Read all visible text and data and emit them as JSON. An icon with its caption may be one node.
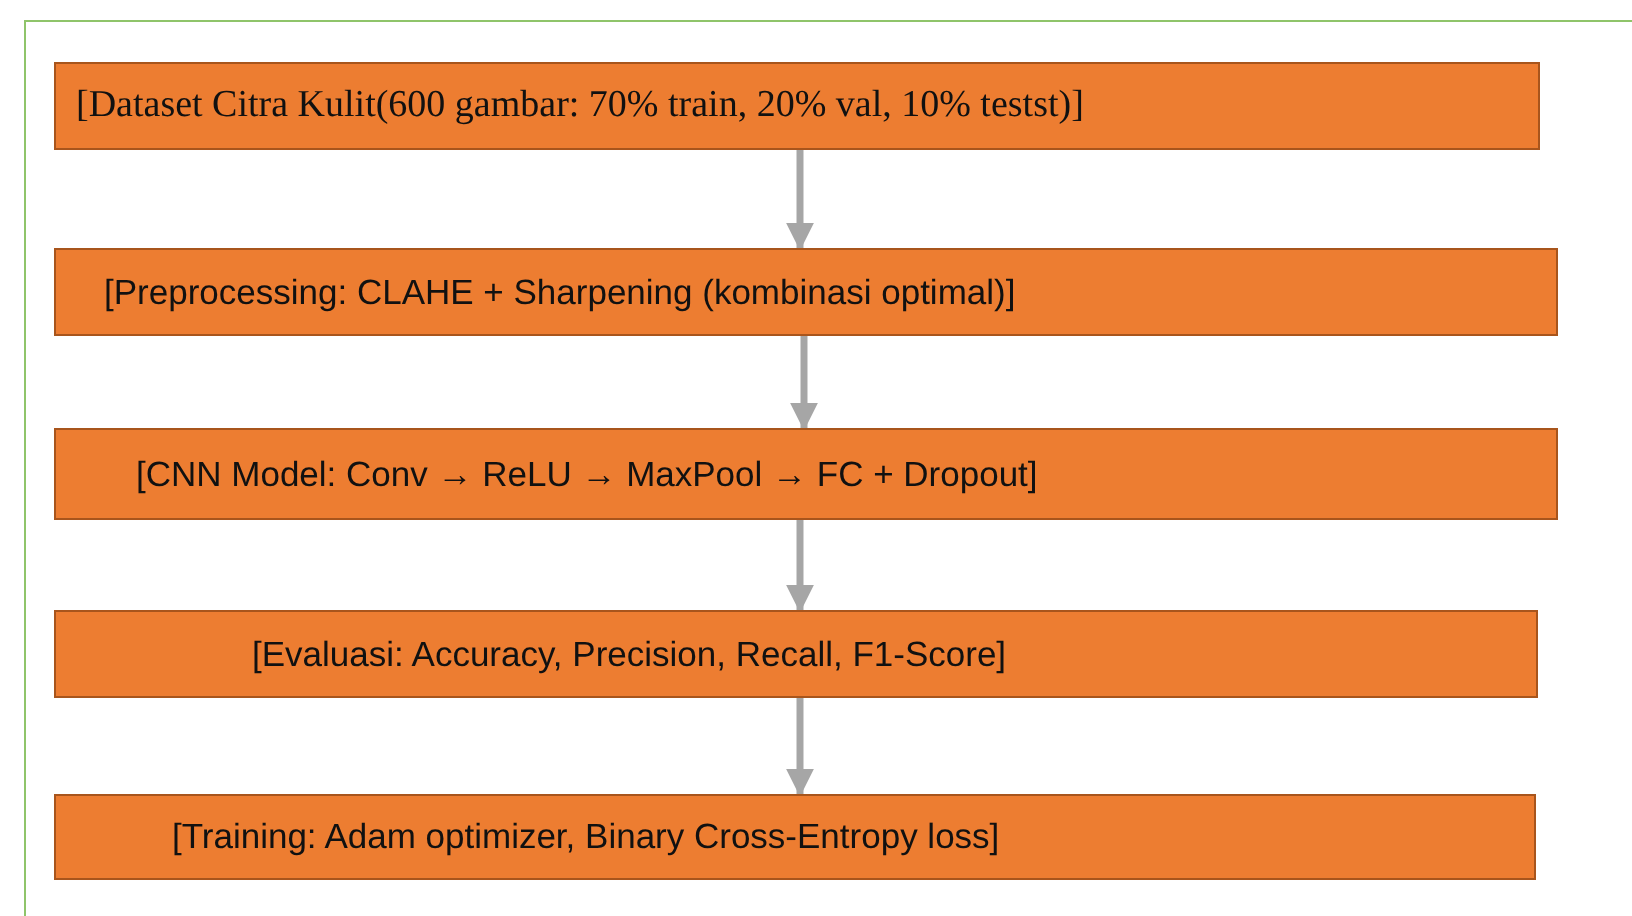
{
  "diagram": {
    "nodes": [
      {
        "text": [
          "[Dataset Citra Kulit(600 gambar: 70% train, 20% val, 10% testst)]"
        ]
      },
      {
        "text": [
          "[Preprocessing: CLAHE + Sharpening (kombinasi optimal)]"
        ]
      },
      {
        "text": [
          "[CNN Model: Conv → ReLU → MaxPool → FC + Dropout]"
        ]
      },
      {
        "text": [
          "[Evaluasi: Accuracy, Precision, Recall, F1-Score]"
        ]
      },
      {
        "text": [
          "[Training: Adam optimizer, Binary Cross-Entropy loss]"
        ]
      }
    ],
    "edges": [
      {
        "from": 0,
        "to": 1,
        "arrow": "to"
      },
      {
        "from": 1,
        "to": 2,
        "arrow": "to"
      },
      {
        "from": 2,
        "to": 3,
        "arrow": "to"
      },
      {
        "from": 3,
        "to": 4,
        "arrow": "to"
      }
    ]
  }
}
